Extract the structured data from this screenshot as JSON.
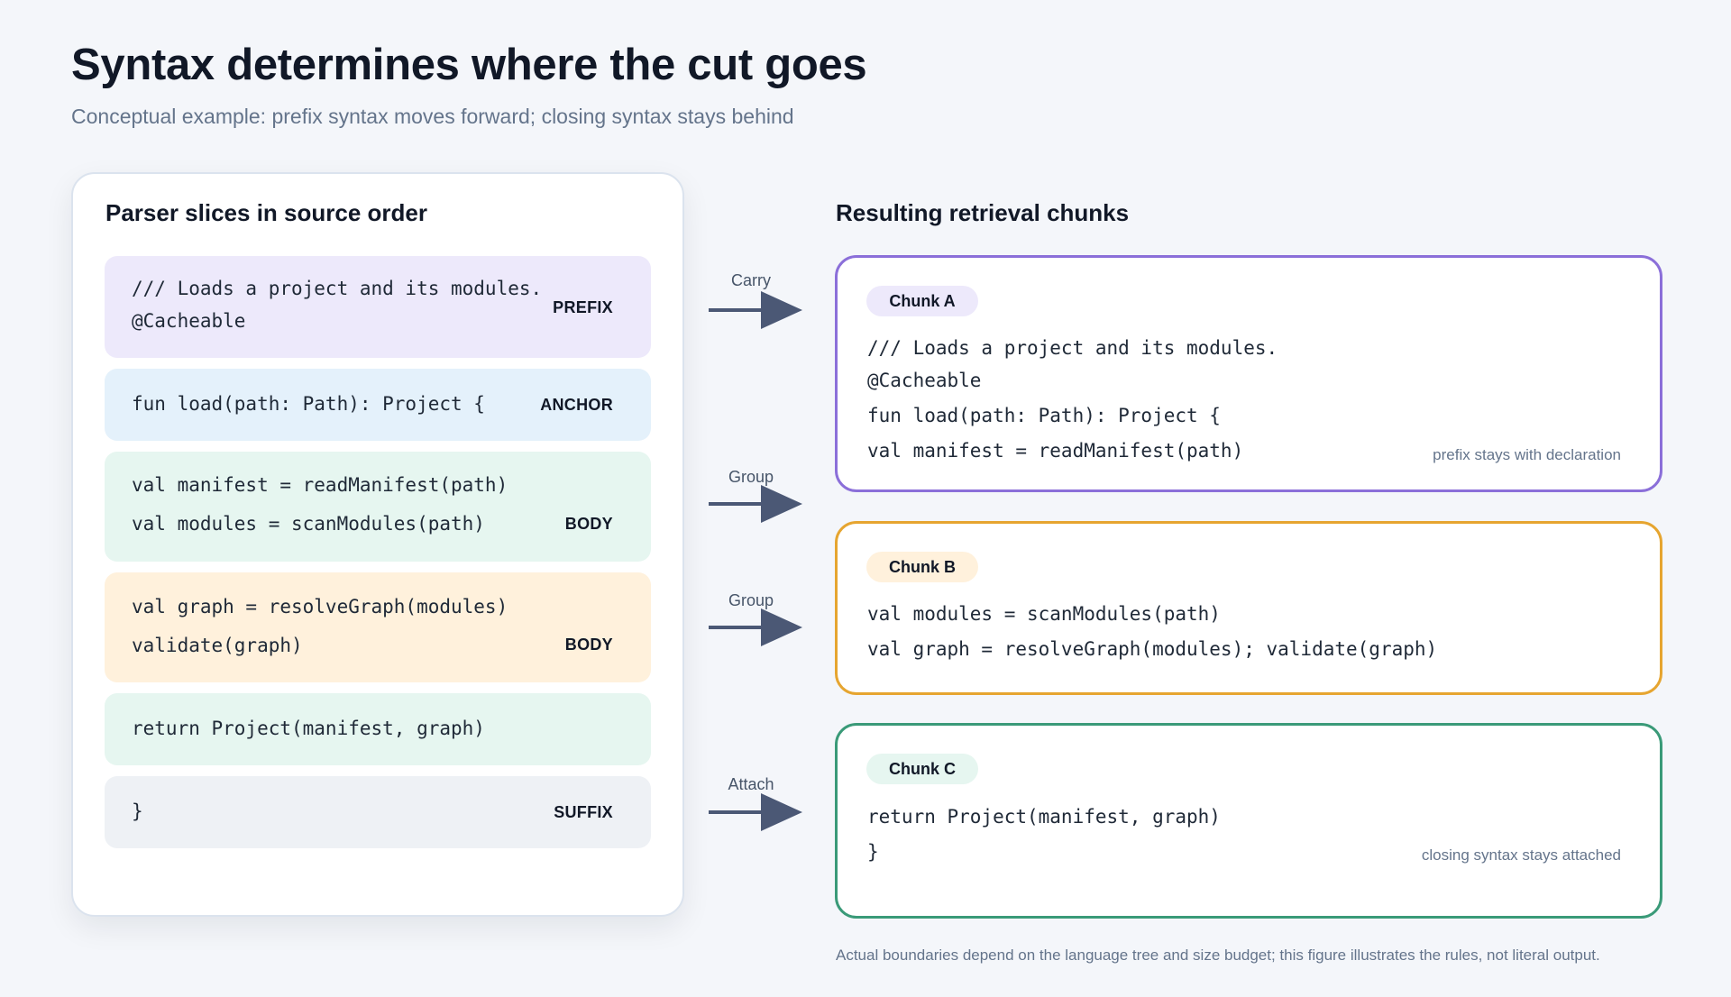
{
  "header": {
    "title": "Syntax determines where the cut goes",
    "subtitle": "Conceptual example: prefix syntax moves forward; closing syntax stays behind"
  },
  "left_panel": {
    "heading": "Parser slices in source order",
    "slices": [
      {
        "lines": [
          "/// Loads a project and its modules.",
          "@Cacheable"
        ],
        "tag": "PREFIX",
        "color": "#ede9fb"
      },
      {
        "lines": [
          "fun load(path: Path): Project {"
        ],
        "tag": "ANCHOR",
        "color": "#e4f1fb"
      },
      {
        "lines": [
          "val manifest = readManifest(path)",
          "val modules = scanModules(path)"
        ],
        "tag": "BODY",
        "color": "#e6f6f0"
      },
      {
        "lines": [
          "val graph = resolveGraph(modules)",
          "validate(graph)"
        ],
        "tag": "BODY",
        "color": "#fff1dc"
      },
      {
        "lines": [
          "return Project(manifest, graph)"
        ],
        "tag": "",
        "color": "#e6f6f0"
      },
      {
        "lines": [
          "}"
        ],
        "tag": "SUFFIX",
        "color": "#eef1f5"
      }
    ]
  },
  "arrows": [
    {
      "label": "Carry"
    },
    {
      "label": "Group"
    },
    {
      "label": "Group"
    },
    {
      "label": "Attach"
    }
  ],
  "right_panel": {
    "heading": "Resulting retrieval chunks",
    "chunks": [
      {
        "label": "Chunk A",
        "lines": [
          "/// Loads a project and its modules.",
          "@Cacheable",
          "fun load(path: Path): Project {",
          "val manifest = readManifest(path)"
        ],
        "note": "prefix stays with declaration",
        "border_color": "#8b6fd9"
      },
      {
        "label": "Chunk B",
        "lines": [
          "val modules = scanModules(path)",
          "val graph = resolveGraph(modules); validate(graph)"
        ],
        "note": "",
        "border_color": "#e6a530"
      },
      {
        "label": "Chunk C",
        "lines": [
          "return Project(manifest, graph)",
          "}"
        ],
        "note": "closing syntax stays attached",
        "border_color": "#3a9a78"
      }
    ]
  },
  "footnote": "Actual boundaries depend on the language tree and size budget; this figure illustrates the rules, not literal output.",
  "colors": {
    "arrow": "#4b5875",
    "background": "#f4f6fa"
  }
}
